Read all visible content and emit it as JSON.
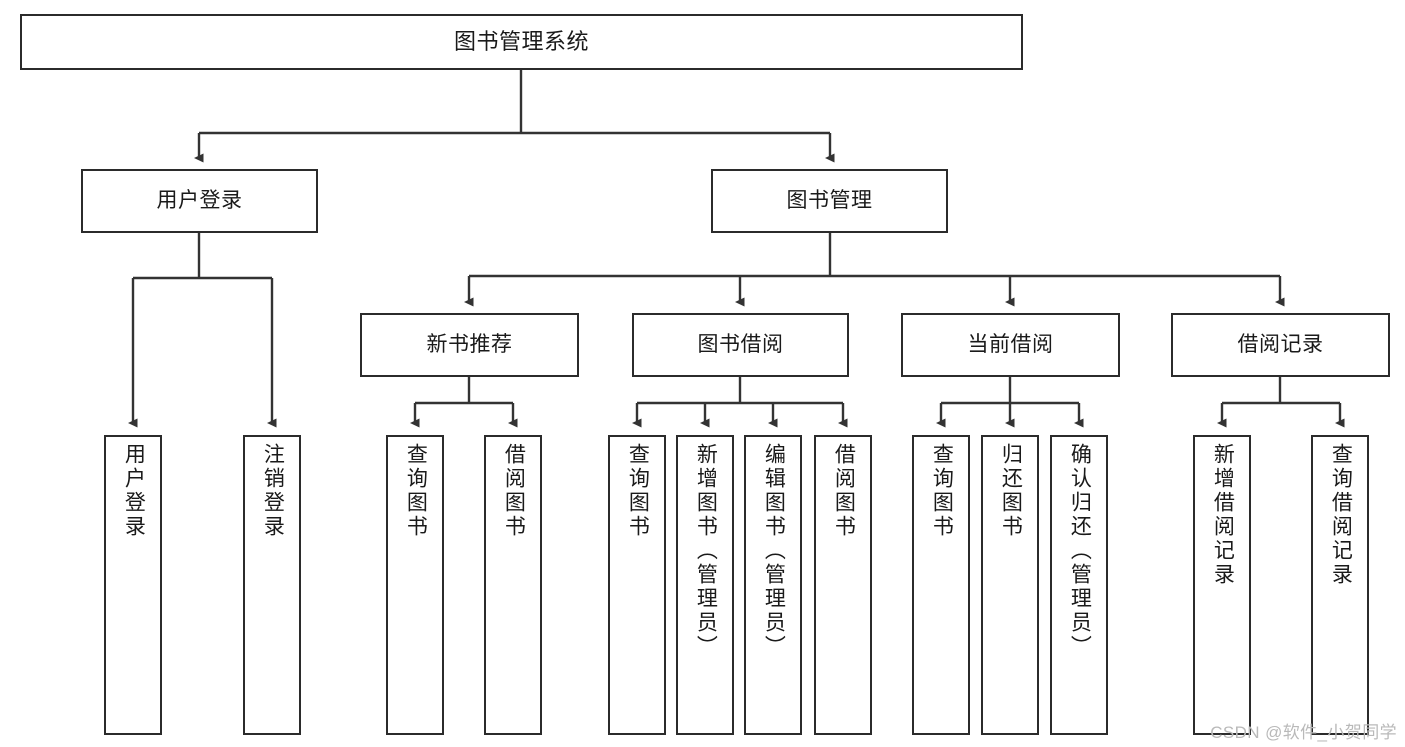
{
  "diagram": {
    "title": "图书管理系统",
    "type": "function-structure-tree",
    "watermark": "CSDN @软件_小贺同学",
    "colors": {
      "box_border": "#2b2b2b",
      "box_fill": "#ffffff",
      "connector": "#333333",
      "text": "#1a1a1a",
      "watermark": "#b9b9b9",
      "background": "#ffffff"
    },
    "levels": {
      "root": {
        "label": "图书管理系统"
      },
      "level2": [
        {
          "label": "用户登录"
        },
        {
          "label": "图书管理"
        }
      ],
      "level3": [
        {
          "label": "新书推荐"
        },
        {
          "label": "图书借阅"
        },
        {
          "label": "当前借阅"
        },
        {
          "label": "借阅记录"
        }
      ],
      "leaves": [
        {
          "label": "用户登录",
          "parent": "用户登录"
        },
        {
          "label": "注销登录",
          "parent": "用户登录"
        },
        {
          "label": "查询图书",
          "parent": "新书推荐"
        },
        {
          "label": "借阅图书",
          "parent": "新书推荐"
        },
        {
          "label": "查询图书",
          "parent": "图书借阅"
        },
        {
          "label": "新增图书（管理员）",
          "parent": "图书借阅"
        },
        {
          "label": "编辑图书（管理员）",
          "parent": "图书借阅"
        },
        {
          "label": "借阅图书",
          "parent": "图书借阅"
        },
        {
          "label": "查询图书",
          "parent": "当前借阅"
        },
        {
          "label": "归还图书",
          "parent": "当前借阅"
        },
        {
          "label": "确认归还（管理员）",
          "parent": "当前借阅"
        },
        {
          "label": "新增借阅记录",
          "parent": "借阅记录"
        },
        {
          "label": "查询借阅记录",
          "parent": "借阅记录"
        }
      ]
    }
  }
}
